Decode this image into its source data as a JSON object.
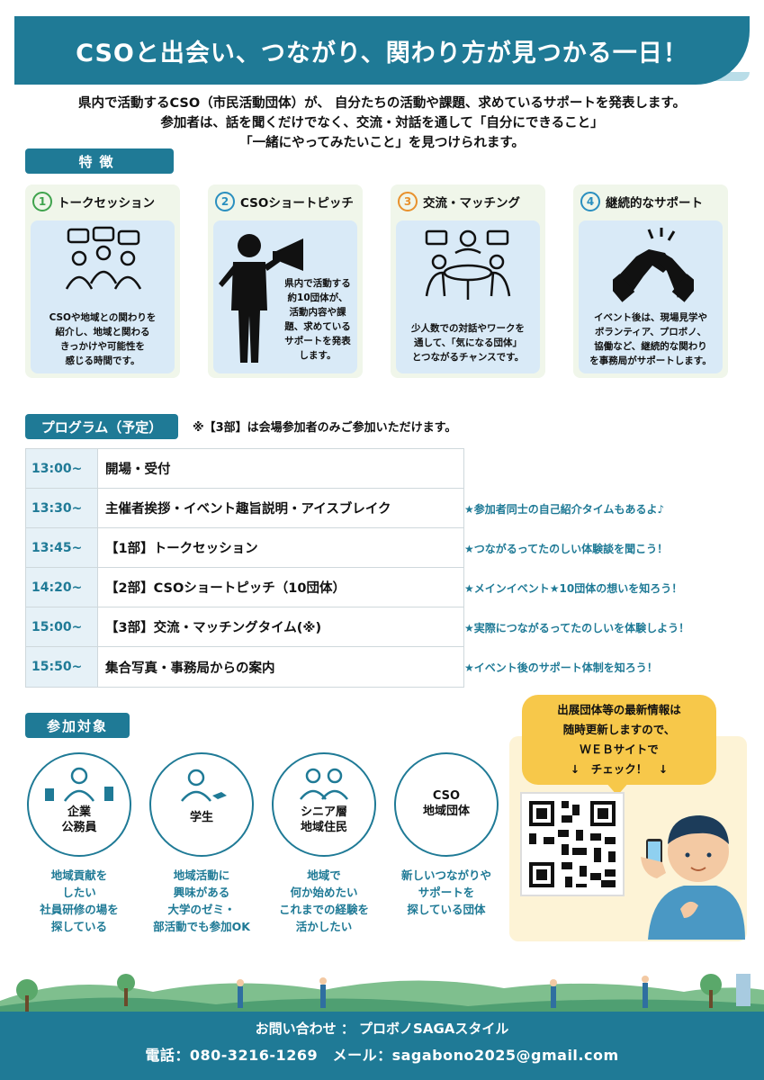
{
  "header": {
    "title": "CSOと出会い、つながり、関わり方が見つかる一日！"
  },
  "intro": {
    "line1": "県内で活動するCSO（市民活動団体）が、 自分たちの活動や課題、求めているサポートを発表します。",
    "line2": "参加者は、話を聞くだけでなく、交流・対話を通して「自分にできること」",
    "line3": "「一緒にやってみたいこと」を見つけられます。"
  },
  "features": {
    "label": "特徴",
    "items": [
      {
        "num": "1",
        "title": "トークセッション",
        "color": "#3fa34d",
        "text1": "CSOや地域との関わりを",
        "text2": "紹介し、地域と関わる",
        "text3": "きっかけや可能性を",
        "text4": "感じる時間です。"
      },
      {
        "num": "2",
        "title": "CSOショートピッチ",
        "color": "#2a8fbf",
        "text1": "県内で活動する",
        "text2": "約10団体が、",
        "text3": "活動内容や課",
        "text4": "題、求めている",
        "text5": "サポートを発表",
        "text6": "します。"
      },
      {
        "num": "3",
        "title": "交流・マッチング",
        "color": "#e8912d",
        "text1": "少人数での対話やワークを",
        "text2": "通して、「気になる団体」",
        "text3": "とつながるチャンスです。"
      },
      {
        "num": "4",
        "title": "継続的なサポート",
        "color": "#2a8fbf",
        "text1": "イベント後は、現場見学や",
        "text2": "ボランティア、プロボノ、",
        "text3": "協働など、継続的な関わり",
        "text4": "を事務局がサポートします。"
      }
    ]
  },
  "program": {
    "label": "プログラム（予定）",
    "note": "※【3部】は会場参加者のみご参加いただけます。",
    "rows": [
      {
        "time": "13:00~",
        "title": "開場・受付",
        "note": ""
      },
      {
        "time": "13:30~",
        "title": "主催者挨拶・イベント趣旨説明・アイスブレイク",
        "note": "★参加者同士の自己紹介タイムもあるよ♪"
      },
      {
        "time": "13:45~",
        "title": "【1部】トークセッション",
        "note": "★つながるってたのしい体験談を聞こう！"
      },
      {
        "time": "14:20~",
        "title": "【2部】CSOショートピッチ（10団体）",
        "note": "★メインイベント★10団体の想いを知ろう！"
      },
      {
        "time": "15:00~",
        "title": "【3部】交流・マッチングタイム(※)",
        "note": "★実際につながるってたのしいを体験しよう！"
      },
      {
        "time": "15:50~",
        "title": "集合写真・事務局からの案内",
        "note": "★イベント後のサポート体制を知ろう！"
      }
    ]
  },
  "audience": {
    "label": "参加対象",
    "items": [
      {
        "label1": "企業",
        "label2": "公務員",
        "d1": "地域貢献を",
        "d2": "したい",
        "d3": "社員研修の場を",
        "d4": "探している"
      },
      {
        "label1": "学生",
        "label2": "",
        "d1": "地域活動に",
        "d2": "興味がある",
        "d3": "大学のゼミ・",
        "d4": "部活動でも参加OK"
      },
      {
        "label1": "シニア層",
        "label2": "地域住民",
        "d1": "地域で",
        "d2": "何か始めたい",
        "d3": "これまでの経験を",
        "d4": "活かしたい"
      },
      {
        "label1": "CSO",
        "label2": "地域団体",
        "d1": "新しいつながりや",
        "d2": "サポートを",
        "d3": "探している団体",
        "d4": ""
      }
    ]
  },
  "web": {
    "line1": "出展団体等の最新情報は",
    "line2": "随時更新しますので、",
    "line3": "ＷＥＢサイトで",
    "line4": "↓　チェック！　↓"
  },
  "footer": {
    "contact": "お問い合わせ ： プロボノSAGAスタイル",
    "phone_mail": "電話：080-3216-1269　メール：sagabono2025@gmail.com"
  },
  "colors": {
    "primary": "#1f7a96",
    "light": "#d9eaf7",
    "accent": "#f7c84a"
  }
}
